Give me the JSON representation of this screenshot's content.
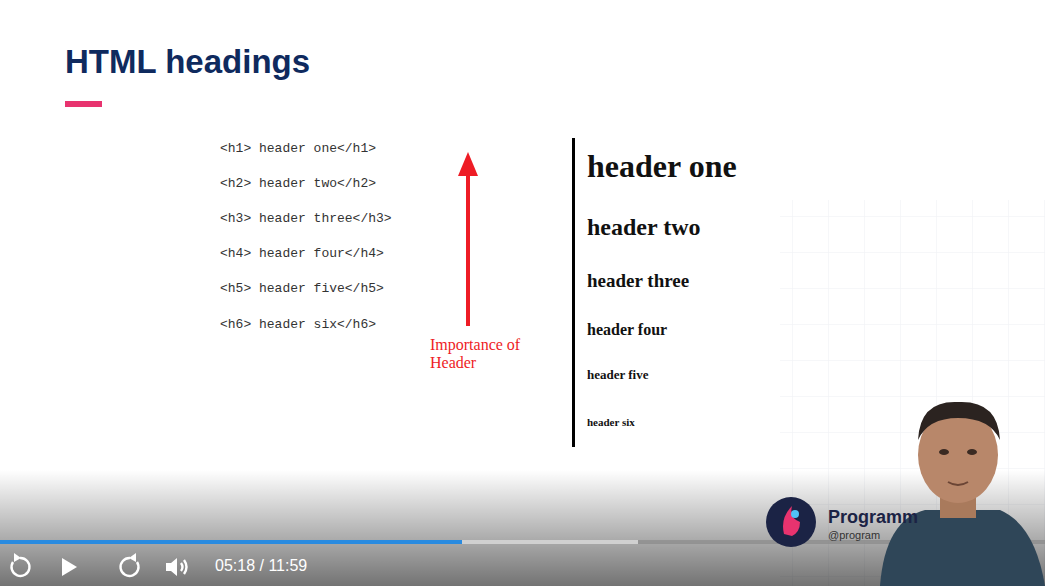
{
  "diagram": {
    "title": "HTML headings",
    "labels": [
      "<h1> header one</h1>",
      "<h2> header two</h2>",
      "<h3> header three</h3>",
      "<h4> header four</h4>",
      "<h5> header five</h5>",
      "<h6> header six</h6>",
      "Importance of Header",
      "header one",
      "header two",
      "header three",
      "header four",
      "header five",
      "header six",
      "05:18 / 11:59",
      "Programm",
      "@program"
    ]
  }
}
